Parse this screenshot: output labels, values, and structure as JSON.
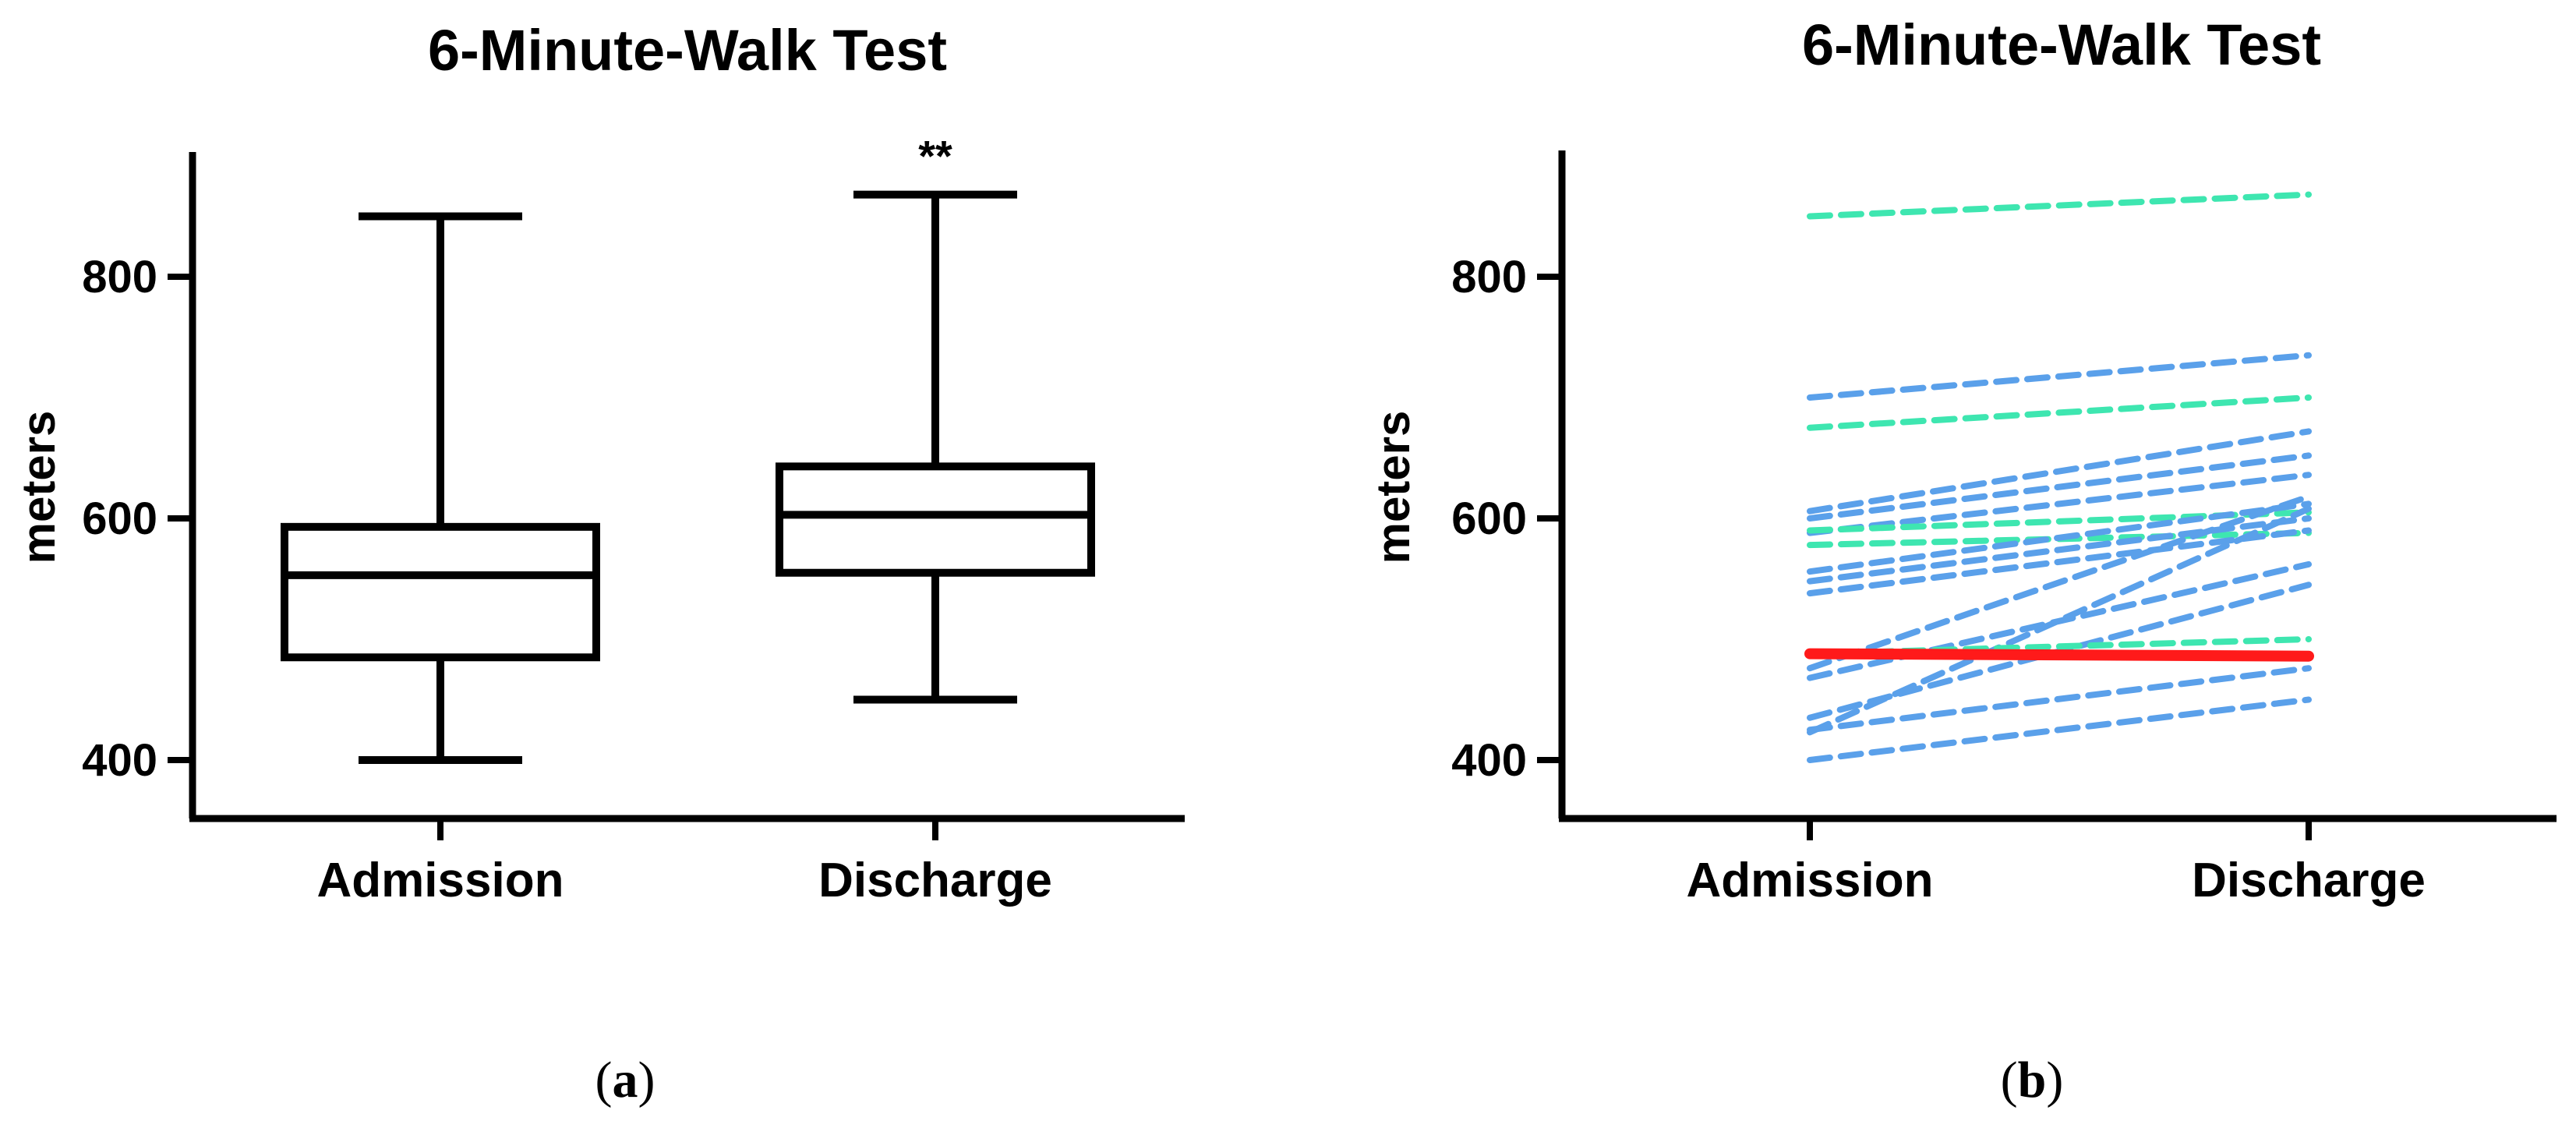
{
  "chart_data": [
    {
      "type": "box",
      "title": "6-Minute-Walk Test",
      "ylabel": "meters",
      "ylim": [
        350,
        900
      ],
      "yticks": [
        400,
        600,
        800
      ],
      "categories": [
        "Admission",
        "Discharge"
      ],
      "boxes": [
        {
          "category": "Admission",
          "min": 400,
          "q1": 485,
          "median": 553,
          "q3": 593,
          "max": 850
        },
        {
          "category": "Discharge",
          "min": 450,
          "q1": 555,
          "median": 603,
          "q3": 643,
          "max": 868
        }
      ],
      "annotations": [
        {
          "category": "Discharge",
          "text": "**"
        }
      ],
      "panel_label": {
        "open": "(",
        "letter": "a",
        "close": ")"
      }
    },
    {
      "type": "line",
      "title": "6-Minute-Walk Test",
      "ylabel": "meters",
      "ylim": [
        350,
        900
      ],
      "yticks": [
        400,
        600,
        800
      ],
      "categories": [
        "Admission",
        "Discharge"
      ],
      "colors": {
        "blue": "#5aa0ea",
        "green": "#3ee6b0",
        "red": "#ff1a1a"
      },
      "series": [
        {
          "color": "green",
          "dashed": true,
          "values": [
            850,
            868
          ]
        },
        {
          "color": "blue",
          "dashed": true,
          "values": [
            700,
            735
          ]
        },
        {
          "color": "green",
          "dashed": true,
          "values": [
            675,
            700
          ]
        },
        {
          "color": "blue",
          "dashed": true,
          "values": [
            606,
            672
          ]
        },
        {
          "color": "blue",
          "dashed": true,
          "values": [
            600,
            652
          ]
        },
        {
          "color": "blue",
          "dashed": true,
          "values": [
            588,
            636
          ]
        },
        {
          "color": "green",
          "dashed": true,
          "values": [
            590,
            605
          ]
        },
        {
          "color": "green",
          "dashed": true,
          "values": [
            578,
            588
          ]
        },
        {
          "color": "blue",
          "dashed": true,
          "values": [
            556,
            612
          ]
        },
        {
          "color": "blue",
          "dashed": true,
          "values": [
            548,
            600
          ]
        },
        {
          "color": "blue",
          "dashed": true,
          "values": [
            538,
            590
          ]
        },
        {
          "color": "blue",
          "dashed": true,
          "values": [
            476,
            618
          ]
        },
        {
          "color": "blue",
          "dashed": true,
          "values": [
            468,
            562
          ]
        },
        {
          "color": "blue",
          "dashed": true,
          "values": [
            423,
            608
          ]
        },
        {
          "color": "blue",
          "dashed": true,
          "values": [
            435,
            545
          ]
        },
        {
          "color": "green",
          "dashed": true,
          "values": [
            488,
            500
          ]
        },
        {
          "color": "blue",
          "dashed": true,
          "values": [
            425,
            476
          ]
        },
        {
          "color": "blue",
          "dashed": true,
          "values": [
            400,
            450
          ]
        },
        {
          "color": "red",
          "dashed": false,
          "values": [
            488,
            486
          ]
        }
      ],
      "panel_label": {
        "open": "(",
        "letter": "b",
        "close": ")"
      }
    }
  ]
}
